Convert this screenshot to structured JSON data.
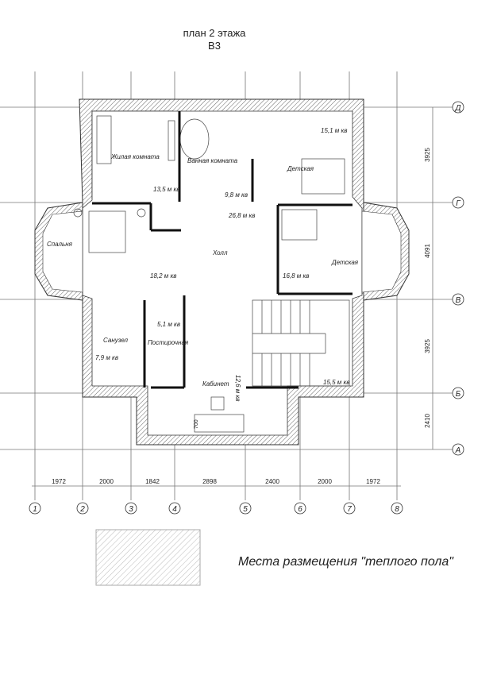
{
  "title": {
    "line1": "план 2 этажа",
    "line2": "В3"
  },
  "axes_letters": [
    "Д",
    "Г",
    "В",
    "Б",
    "А"
  ],
  "axes_numbers": [
    "1",
    "2",
    "3",
    "4",
    "5",
    "6",
    "7",
    "8"
  ],
  "dimensions_bottom": [
    "1972",
    "2000",
    "1842",
    "2898",
    "2400",
    "2000",
    "1972"
  ],
  "dimensions_right": [
    "3925",
    "4091",
    "3925",
    "2410"
  ],
  "rooms": {
    "living": {
      "name": "Жилая комната",
      "area": "13,5 м кв"
    },
    "bath_main": {
      "name": "Ванная комната",
      "area": "9,8 м кв"
    },
    "kids1": {
      "name": "Детская",
      "area": "15,1 м кв"
    },
    "hall_area": "26,8 м кв",
    "bedroom": {
      "name": "Спальня",
      "area": "18,2 м кв"
    },
    "hall": {
      "name": "Холл"
    },
    "kids2": {
      "name": "Детская",
      "area": "16,8 м кв"
    },
    "wc": {
      "name": "Санузел",
      "area": "7,9 м кв"
    },
    "laundry": {
      "name": "Постирочная",
      "area": "5,1 м кв"
    },
    "office": {
      "name": "Кабинет",
      "area": "12,6 м кв"
    },
    "stairs": {
      "area": "15,5 м кв"
    },
    "table_dim": "700"
  },
  "legend": {
    "label": "Места размещения \"теплого пола\""
  }
}
